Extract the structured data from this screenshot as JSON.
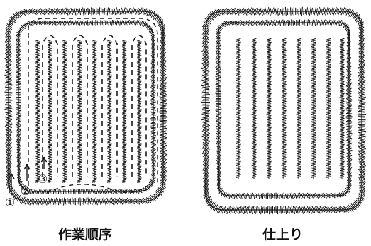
{
  "diagram": {
    "left_panel": {
      "caption": "作業順序",
      "markers": [
        "①",
        "②",
        "③"
      ]
    },
    "right_panel": {
      "caption": "仕上り"
    },
    "colors": {
      "ink": "#1a1a1a",
      "background": "#ffffff"
    }
  }
}
